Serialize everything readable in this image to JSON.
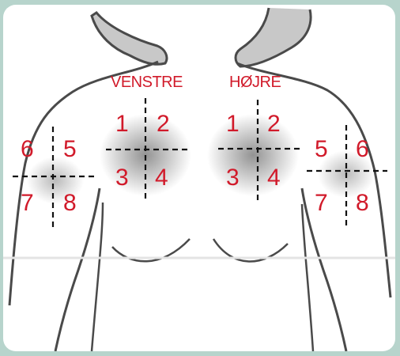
{
  "labels": {
    "venstre": "VENSTRE",
    "hojre": "HØJRE"
  },
  "zones": {
    "venstre_bryst": [
      "1",
      "2",
      "3",
      "4"
    ],
    "hojre_bryst": [
      "1",
      "2",
      "3",
      "4"
    ],
    "venstre_arm": [
      "6",
      "5",
      "7",
      "8"
    ],
    "hojre_arm": [
      "5",
      "6",
      "7",
      "8"
    ]
  },
  "colors": {
    "background": "#b7d4cc",
    "label": "#d11a2a",
    "outline": "#555555",
    "shading": "#3a3a3a"
  }
}
